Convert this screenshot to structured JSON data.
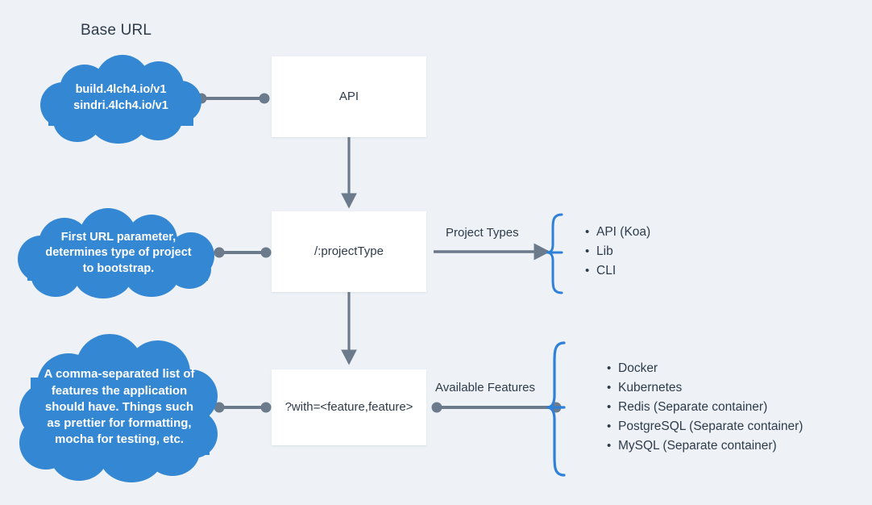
{
  "title": "Base URL",
  "colors": {
    "background": "#eef2f6",
    "cloud": "#3487d2",
    "connector": "#6b7b8c",
    "brace": "#2f80d8",
    "text_dark": "#2e3b4a",
    "box": "#ffffff"
  },
  "clouds": [
    {
      "name": "base-url-cloud",
      "text": "build.4lch4.io/v1\nsindri.4lch4.io/v1"
    },
    {
      "name": "project-type-cloud",
      "text": "First URL parameter,\ndetermines type of project\nto bootstrap."
    },
    {
      "name": "features-cloud",
      "text": "A comma-separated list of\nfeatures the application\nshould have. Things such\nas prettier for formatting,\nmocha for testing, etc."
    }
  ],
  "nodes": [
    {
      "name": "api-node",
      "label": "API"
    },
    {
      "name": "project-type-node",
      "label": "/:projectType"
    },
    {
      "name": "with-features-node",
      "label": "?with=<feature,feature>"
    }
  ],
  "edges": [
    {
      "name": "project-types-edge",
      "label": "Project Types"
    },
    {
      "name": "available-features-edge",
      "label": "Available Features"
    }
  ],
  "lists": {
    "project_types": {
      "name": "project-types-list",
      "bullet": "•",
      "items": [
        "API (Koa)",
        "Lib",
        "CLI"
      ]
    },
    "available_features": {
      "name": "available-features-list",
      "bullet": "•",
      "items": [
        "Docker",
        "Kubernetes",
        "Redis (Separate container)",
        "PostgreSQL (Separate container)",
        "MySQL (Separate container)"
      ]
    }
  }
}
